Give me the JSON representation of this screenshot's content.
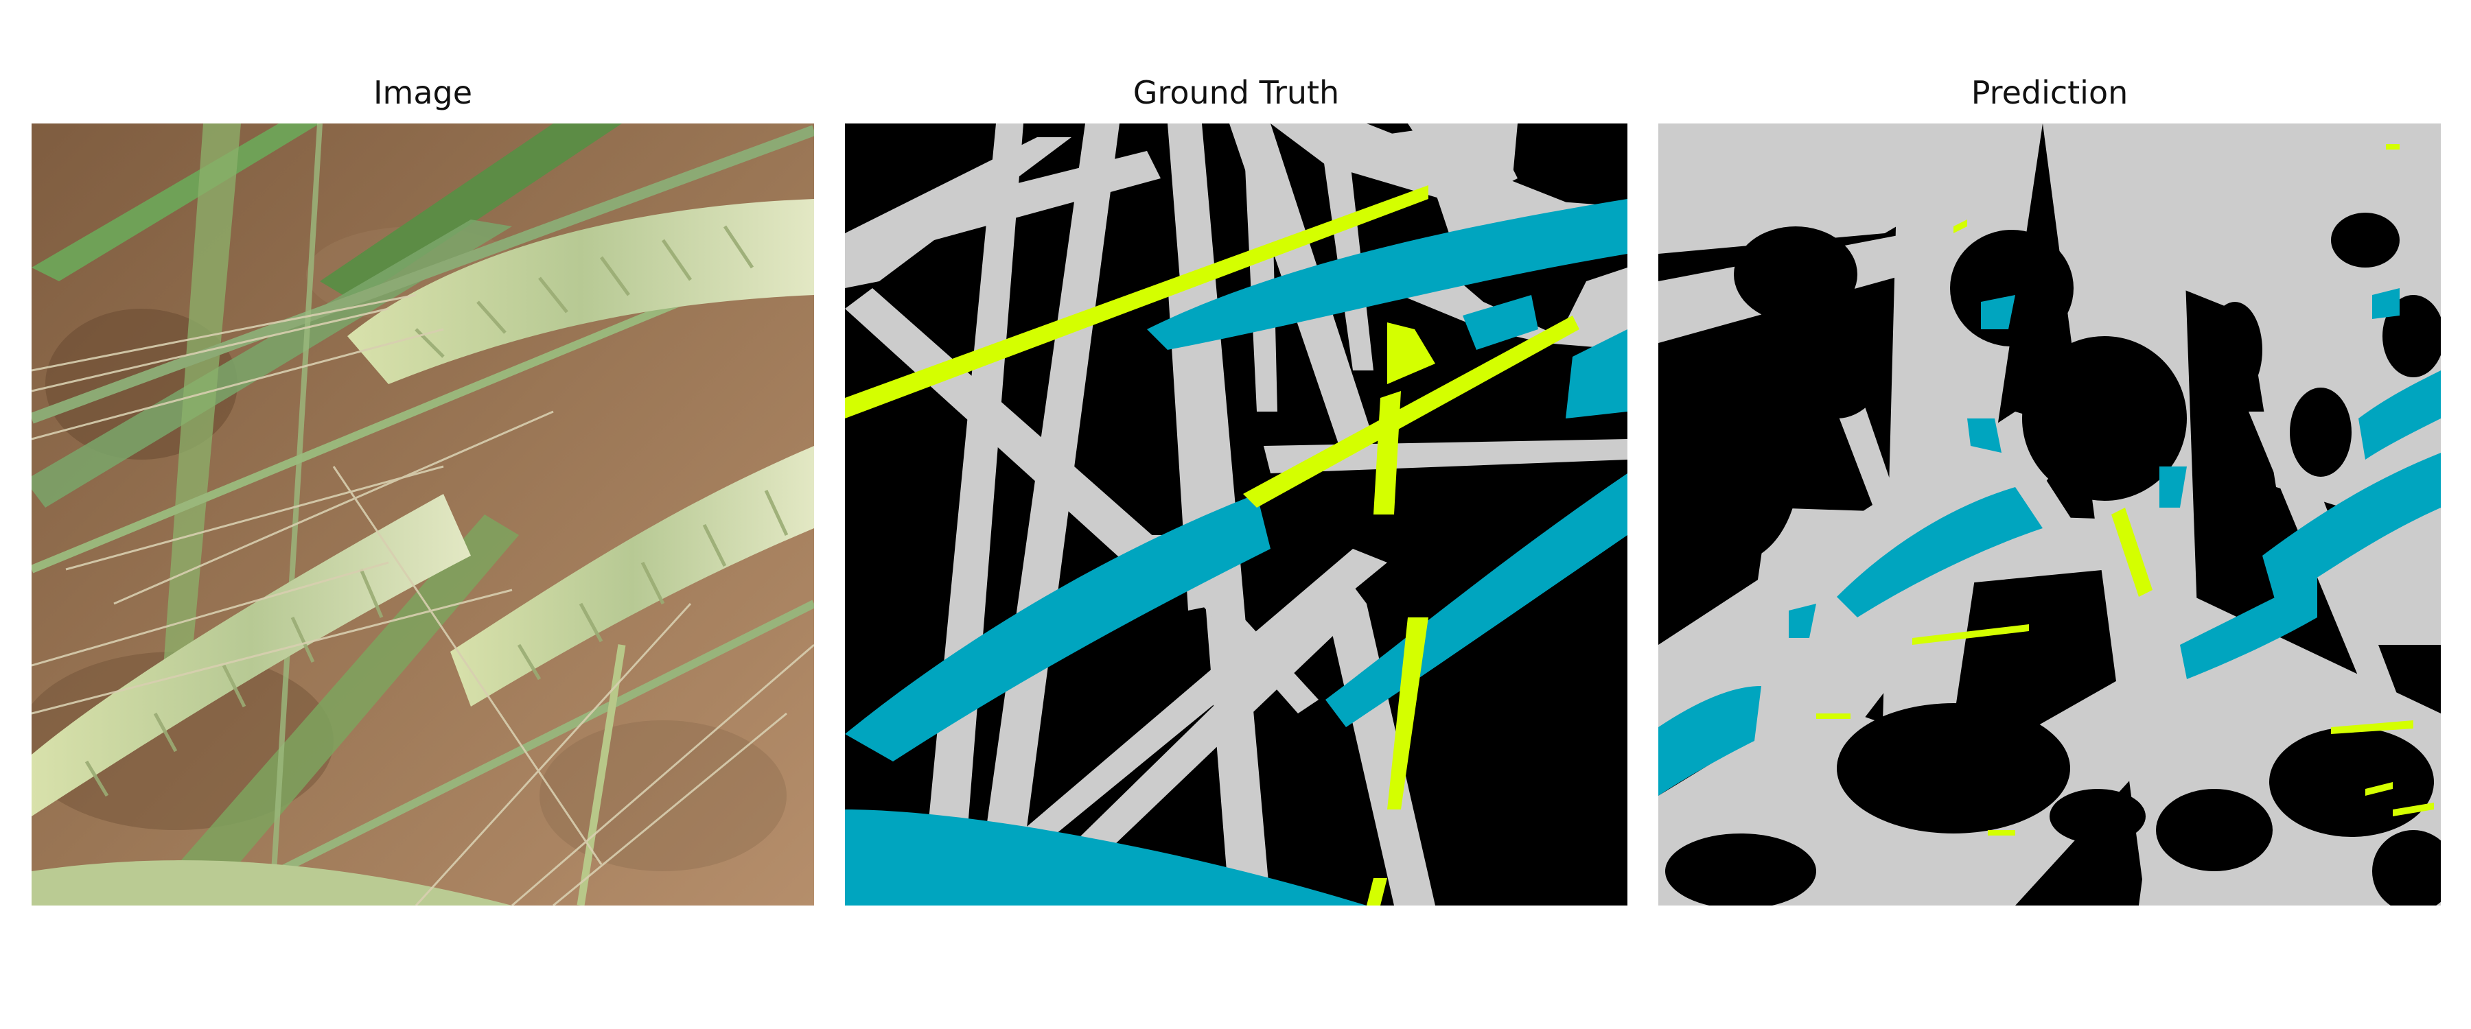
{
  "figure": {
    "panels": [
      {
        "title": "Image"
      },
      {
        "title": "Ground Truth"
      },
      {
        "title": "Prediction"
      }
    ]
  },
  "colors": {
    "background": "#000000",
    "stem": "#cccccc",
    "ear": "#00a5bf",
    "awn": "#d4ff00",
    "soil": "#9a7655",
    "leaf": "#6f9a4f",
    "ear_rgb": "#c8d39b"
  }
}
